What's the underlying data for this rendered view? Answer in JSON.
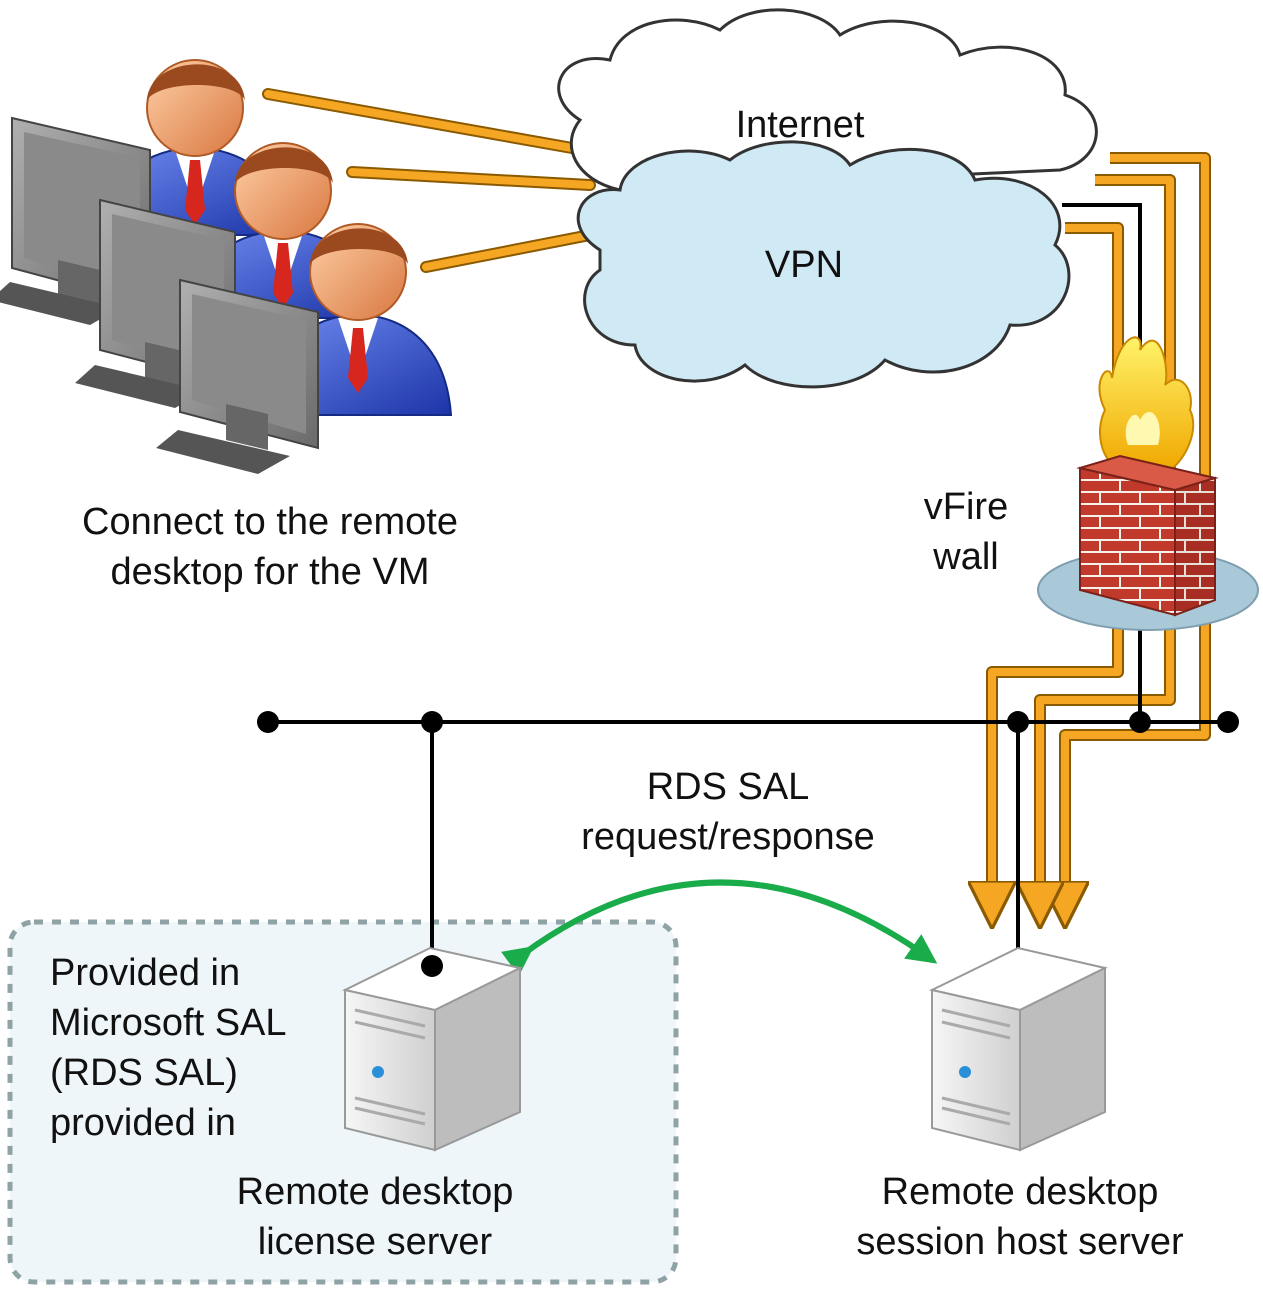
{
  "labels": {
    "internet": "Internet",
    "vpn": "VPN",
    "users_line1": "Connect to the remote",
    "users_line2": "desktop for the VM",
    "firewall_line1": "vFire",
    "firewall_line2": "wall",
    "rds_line1": "RDS SAL",
    "rds_line2": "request/response",
    "provided_line1": "Provided in",
    "provided_line2": "Microsoft SAL",
    "provided_line3": "(RDS SAL)",
    "provided_line4": "provided in",
    "license_line1": "Remote desktop",
    "license_line2": "license server",
    "session_line1": "Remote desktop",
    "session_line2": "session host server"
  },
  "icons": [
    "user-icon",
    "monitor-icon",
    "cloud-icon",
    "firewall-icon",
    "server-icon"
  ],
  "colors": {
    "connection_orange": "#f5a623",
    "network_line": "#000000",
    "sal_arrow": "#1aab4a",
    "vpn_cloud": "#cfe9f5",
    "internet_cloud": "#ffffff",
    "license_box": "#eef6f9",
    "license_box_border": "#8fa3a6",
    "brick": "#c0392b",
    "flame": "#ffd400",
    "suit": "#2a47c9",
    "face": "#f0a070",
    "hair": "#9a4a1e",
    "tie": "#d7261e"
  }
}
